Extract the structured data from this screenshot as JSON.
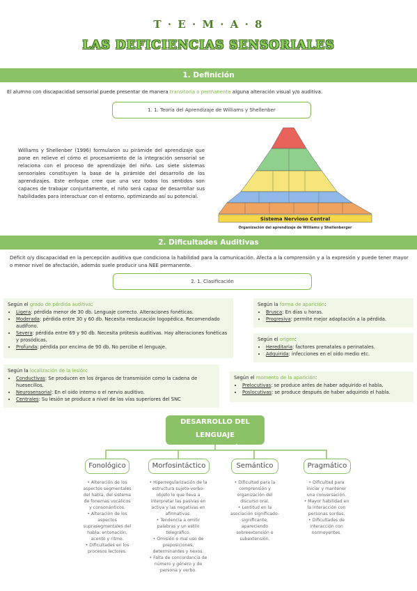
{
  "header": {
    "tema": "T · E · M · A · 8",
    "title": "LAS DEFICIENCIAS SENSORIALES"
  },
  "section1": {
    "band": "1.   Definición",
    "intro_pre": "El alumno con discapacidad sensorial puede presentar de manera ",
    "intro_hl": "transitoria o permanente",
    "intro_post": " alguna alteración visual y/o auditiva.",
    "sub_box": "1. 1. Teoría del Aprendizaje de Williams y Shellenber",
    "paragraph": "Williams y Shellenber (1996) formularon su pirámide del aprendizaje que pone en relieve el cómo el procesamiento de la integración sensorial se relaciona con el proceso de aprendizaje del niño. Los siete sistemas sensoriales constituyen la base de la pirámide del desarrollo de los aprendizajes. Este enfoque cree que una vez todos los sentidos son capaces de trabajar conjuntamente, el niño será capaz de desarrollar sus habilidades para interactuar con el entorno, optimizando así su potencial.",
    "pyramid": {
      "base_label": "Sistema Nervioso Central",
      "caption": "Organización del aprendizaje de Williams y Shellenberger",
      "levels": [
        {
          "color": "#e8645a"
        },
        {
          "color": "#8fd18c"
        },
        {
          "color": "#f4e47a"
        },
        {
          "color": "#8fb8e8"
        },
        {
          "color": "#f0a35e"
        }
      ]
    }
  },
  "section2": {
    "band": "2.   Dificultades Auditivas",
    "intro": "Déficit o/y discapacidad en la percepción auditiva que condiciona la habilidad para la comunicación. Afecta a la comprensión y a la expresión y puede tener mayor o menor nivel de afectación, además suele producir una NEE permanente.",
    "sub_box": "2. 1. Clasificación",
    "grado": {
      "pre": "Según el ",
      "hl": "grado de pérdida auditiva",
      "post": ":",
      "items": [
        {
          "term": "Ligera",
          "text": ": pérdida menor de 30 db. Lenguaje correcto. Alteraciones fonéticas."
        },
        {
          "term": "Moderada",
          "text": ": pérdida entre 30 y 60 db. Necesita reeducación logopédica. Recomendado audífono."
        },
        {
          "term": "Severa",
          "text": ": pérdida entre 69 y 90 db. Necesita prótesis auditivas. Hay alteraciones fonéticas y prosódicas."
        },
        {
          "term": "Profunda",
          "text": ": pérdida por encima de 90 db. No percibe el lenguaje."
        }
      ]
    },
    "forma": {
      "pre": "Según la ",
      "hl": "forma de aparición",
      "post": ":",
      "items": [
        {
          "term": "Brusca",
          "text": ": En días u horas."
        },
        {
          "term": "Progresiva",
          "text": ": permite mejor adaptación a la pérdida."
        }
      ]
    },
    "origen": {
      "pre": "Según el ",
      "hl": "origen",
      "post": ":",
      "items": [
        {
          "term": "Hereditaria",
          "text": ": factores prenatales o perinatales."
        },
        {
          "term": "Adquirida",
          "text": ": infecciones en el oído medio etc."
        }
      ]
    },
    "localizacion": {
      "pre": "Según la ",
      "hl": "localización de la lesión",
      "post": ":",
      "items": [
        {
          "term": "Conductivas",
          "text": ": Se producen en los órganos de transmisión como la cadena de huesecillos."
        },
        {
          "term": "Neurosensorial",
          "text": ": En el oído interno o el nervio auditivo."
        },
        {
          "term": "Centrales",
          "text": ": Su lesión se produce a nivel de las vías superiores del SNC"
        }
      ]
    },
    "momento": {
      "pre": "Según el ",
      "hl": "momento de la aparición",
      "post": ":",
      "items": [
        {
          "term": "Prelocutivas",
          "text": ": se produce antes de haber adquirido el habla."
        },
        {
          "term": "Poslocutivas",
          "text": ": se produce después de haber adquirido el habla."
        }
      ]
    }
  },
  "mindmap": {
    "title_line1": "DESARROLLO DEL LENGUAJE",
    "title_line2": "ORAL EN HIPOACÚSICOS",
    "branches": [
      {
        "label": "Fonológico",
        "text": "• Alteración de los aspectos segmentales del habla, del sistema de fonemas vocálicos y consonánticos.\n• Alteración de los aspectos suprasegmentales del habla: entonación, acento y ritmo.\n• Dificultades en los procesos lectores."
      },
      {
        "label": "Morfosintáctico",
        "text": "• Hiperregularización de la estructura sujeto-verbo-objeto lo que lleva a interpretar las pasivas en activa y las negativas en afirmativas.\n• Tendencia a omitir palabras y un estilo telegráfico.\n• Omisión o mal uso de preposiciones, determinantes y nexos.\n• Falta de concordancia de número y género y de persona y verbo."
      },
      {
        "label": "Semántico",
        "text": "• Dificultad para la comprensión y organización del discurso oral.\n• Lentitud en la asociación significado-significante, apareciendo sobreextensión o subextensión."
      },
      {
        "label": "Pragmático",
        "text": "• Dificultad para iniciar y mantener una conversación.\n• Mayor habilidad en la interacción con personas sordas.\n• Dificultades de interacción con normoyentes."
      }
    ]
  }
}
